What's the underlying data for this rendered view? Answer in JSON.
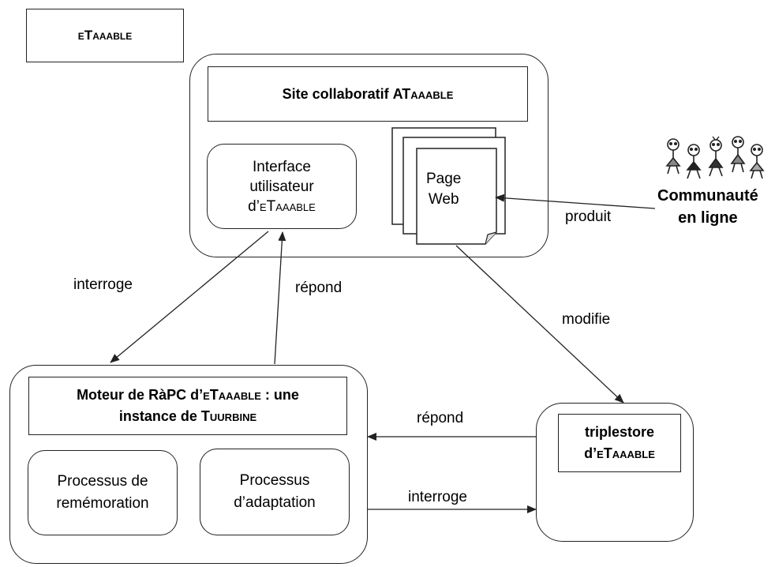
{
  "title_box": {
    "prefix": "e",
    "rest": "Taaable"
  },
  "site": {
    "title_bold": "Site collaboratif ",
    "title_name": "ATaaable",
    "interface": {
      "line1": "Interface",
      "line2": "utilisateur",
      "line3_prefix": "d’",
      "line3_name": "eTaaable"
    },
    "page": {
      "line1": "Page",
      "line2": "Web"
    }
  },
  "community": {
    "line1": "Communauté",
    "line2": "en ligne"
  },
  "engine": {
    "title_part1": "Moteur de RàPC d’",
    "title_name": "eTaaable",
    "title_part2": " : une",
    "title_line2_part1": "instance de ",
    "title_line2_name": "Tuurbine",
    "process1": {
      "line1": "Processus de",
      "line2": "remémoration"
    },
    "process2": {
      "line1": "Processus",
      "line2": "d’adaptation"
    }
  },
  "triplestore": {
    "line1": "triplestore",
    "line2_prefix": "d’",
    "line2_name": "eTaaable"
  },
  "edges": {
    "produit": "produit",
    "interroge_top": "interroge",
    "repond_top": "répond",
    "modifie": "modifie",
    "repond_bottom": "répond",
    "interroge_bottom": "interroge"
  },
  "colors": {
    "stroke": "#222222",
    "figure_gray": "#888888"
  }
}
